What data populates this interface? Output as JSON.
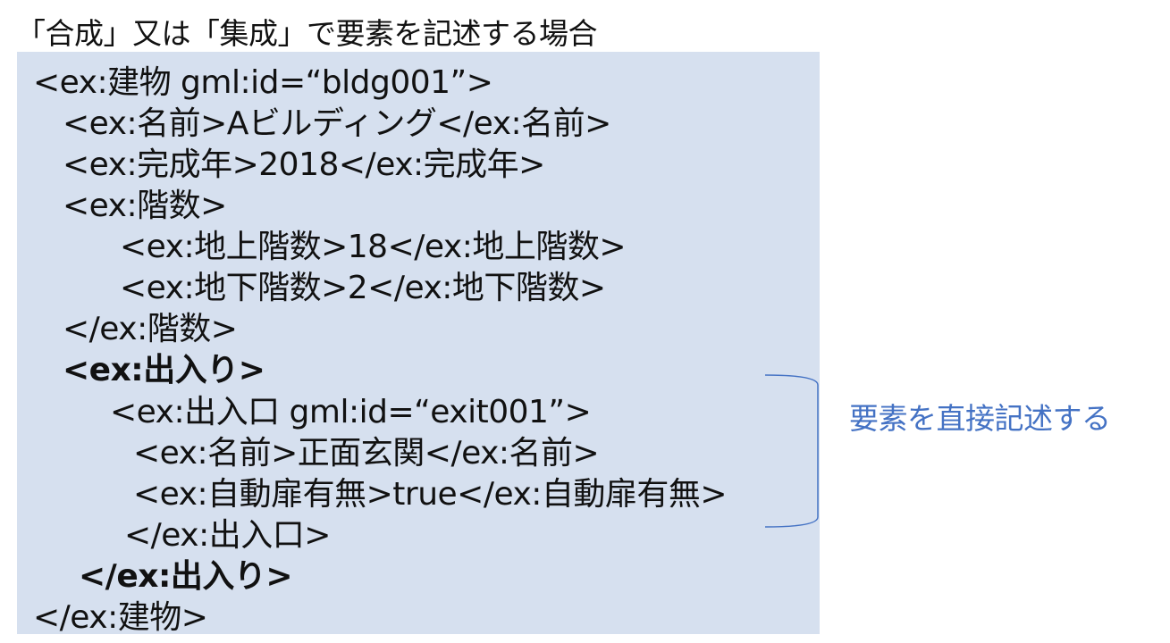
{
  "heading": "「合成」又は「集成」で要素を記述する場合",
  "code_lines": [
    {
      "text": "<ex:建物 gml:id=“bldg001”>",
      "bold": false
    },
    {
      "text": "<ex:名前>Aビルディング</ex:名前>",
      "bold": false
    },
    {
      "text": "<ex:完成年>2018</ex:完成年>",
      "bold": false
    },
    {
      "text": "<ex:階数>",
      "bold": false
    },
    {
      "text": "<ex:地上階数>18</ex:地上階数>",
      "bold": false
    },
    {
      "text": "<ex:地下階数>2</ex:地下階数>",
      "bold": false
    },
    {
      "text": "</ex:階数>",
      "bold": false
    },
    {
      "text": "<ex:出入り>",
      "bold": true
    },
    {
      "text": "<ex:出入口 gml:id=“exit001”>",
      "bold": false
    },
    {
      "text": "<ex:名前>正面玄関</ex:名前>",
      "bold": false
    },
    {
      "text": "<ex:自動扉有無>true</ex:自動扉有無>",
      "bold": false
    },
    {
      "text": "</ex:出入口>",
      "bold": false
    },
    {
      "text": "</ex:出入り>",
      "bold": true
    },
    {
      "text": "</ex:建物>",
      "bold": false
    }
  ],
  "annotation": "要素を直接記述する",
  "colors": {
    "code_background": "#d6e0ef",
    "annotation": "#4472c4",
    "bracket": "#4472c4",
    "text": "#111111"
  }
}
